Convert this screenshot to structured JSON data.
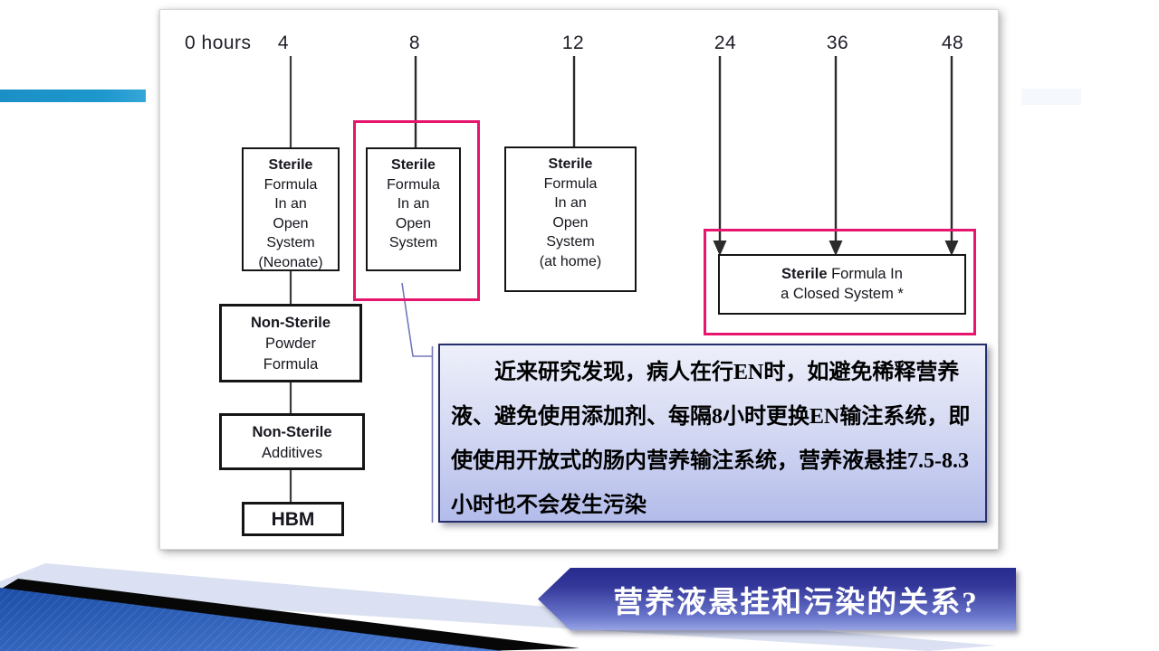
{
  "colors": {
    "highlight_pink": "#e6156d",
    "cyan_bar": "#1d97cd",
    "note_border": "#242f6b",
    "note_bg_top": "#edeffa",
    "note_bg_bottom": "#b3bcea",
    "banner_blue_top": "#272b8e",
    "banner_blue_bottom": "#97a3e3",
    "diagram_line": "#2b2b2b"
  },
  "timeline": {
    "origin_label": "0 hours",
    "ticks": [
      {
        "label": "4"
      },
      {
        "label": "8"
      },
      {
        "label": "12"
      },
      {
        "label": "24"
      },
      {
        "label": "36"
      },
      {
        "label": "48"
      }
    ]
  },
  "diagram": {
    "box_neonate": {
      "bold": "Sterile",
      "lines": [
        "Formula",
        "In an",
        "Open",
        "System",
        "(Neonate)"
      ]
    },
    "box_open_8h": {
      "bold": "Sterile",
      "lines": [
        "Formula",
        "In an",
        "Open",
        "System"
      ]
    },
    "box_open_home": {
      "bold": "Sterile",
      "lines": [
        "Formula",
        "In an",
        "Open",
        "System",
        "(at home)"
      ]
    },
    "box_closed": {
      "bold": "Sterile",
      "line1_rest": " Formula In",
      "line2": "a Closed System *"
    },
    "box_powder": {
      "bold": "Non-Sterile",
      "lines": [
        "Powder",
        "Formula"
      ]
    },
    "box_additives": {
      "bold": "Non-Sterile",
      "lines": [
        "Additives"
      ]
    },
    "box_hbm": {
      "label": "HBM"
    }
  },
  "note": {
    "text": "近来研究发现，病人在行EN时，如避免稀释营养液、避免使用添加剂、每隔8小时更换EN输注系统，即使使用开放式的肠内营养输注系统，营养液悬挂7.5-8.3小时也不会发生污染"
  },
  "banner": {
    "text": "营养液悬挂和污染的关系?"
  }
}
